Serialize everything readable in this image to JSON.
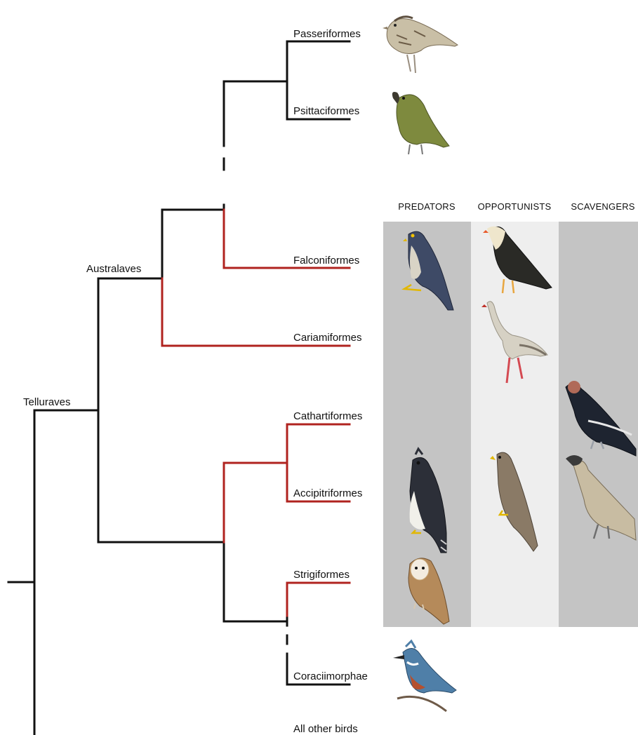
{
  "colors": {
    "ecological_branch": "#b0231f",
    "other_branch": "#111111",
    "predators_band": "#c4c4c4",
    "opportunists_band": "#eeeeee",
    "scavengers_band": "#c4c4c4"
  },
  "columns": {
    "predators": "PREDATORS",
    "opportunists": "OPPORTUNISTS",
    "scavengers": "SCAVENGERS"
  },
  "clades": {
    "telluraves": "Telluraves",
    "australaves": "Australaves"
  },
  "taxa": {
    "passeriformes": "Passeriformes",
    "psittaciformes": "Psittaciformes",
    "falconiformes": "Falconiformes",
    "cariamiformes": "Cariamiformes",
    "cathartiformes": "Cathartiformes",
    "accipitriformes": "Accipitriformes",
    "strigiformes": "Strigiformes",
    "coraciimorphae": "Coraciimorphae",
    "all_other_birds": "All other birds"
  },
  "illustrations": [
    "sparrow-icon",
    "kea-parrot-icon",
    "peregrine-falcon-icon",
    "caracara-icon",
    "seriema-icon",
    "condor-icon",
    "harpy-eagle-icon",
    "black-kite-icon",
    "vulture-icon",
    "barn-owl-icon",
    "kingfisher-icon"
  ]
}
